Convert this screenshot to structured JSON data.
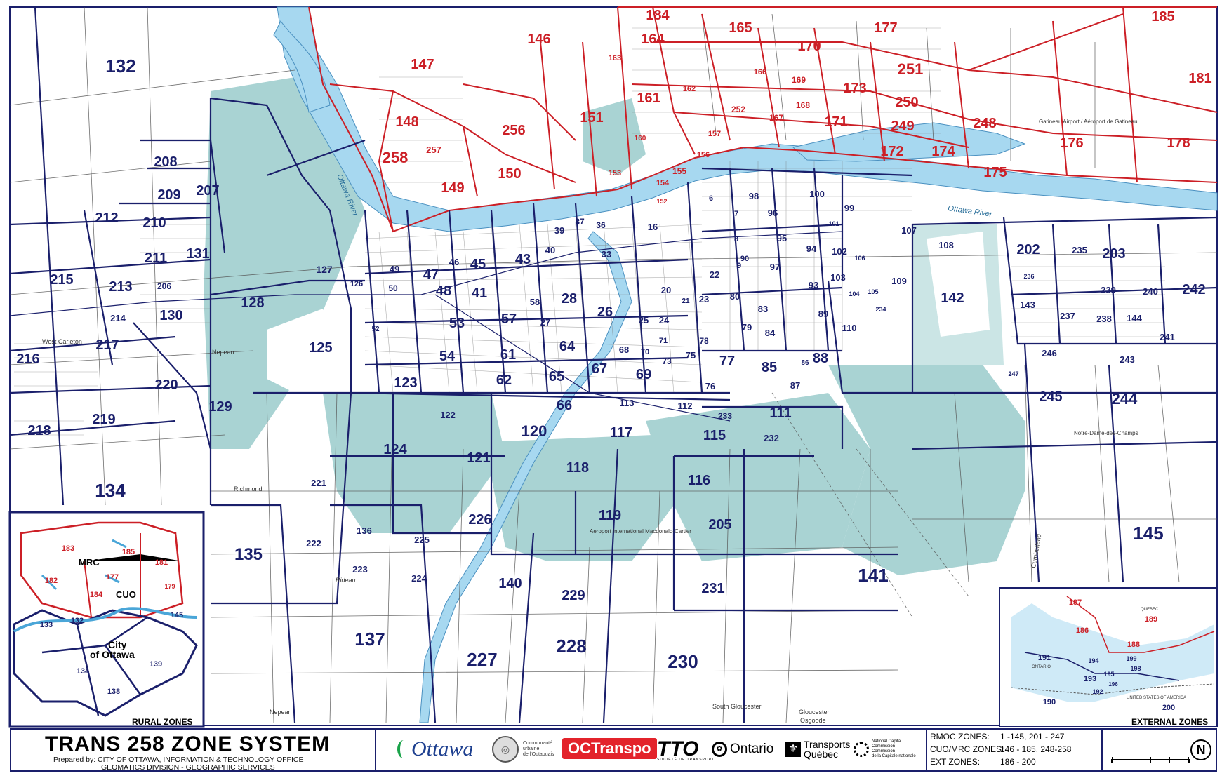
{
  "map": {
    "river_label_1": "Ottawa River",
    "river_label_2": "Ottawa River",
    "place_labels": [
      "Nepean",
      "West Carleton",
      "Gatineau Airport / Aéroport de Gatineau",
      "Aeroport International Macdonald-Cartier",
      "Notre-Dame-des-Champs",
      "South Gloucester",
      "Gloucester",
      "Osgoode",
      "Rideau",
      "Cumberland",
      "Nepean",
      "Richmond"
    ],
    "external_zones_red": [
      "184",
      "185",
      "181",
      "177",
      "165",
      "170",
      "164",
      "163",
      "146",
      "147",
      "148",
      "258",
      "257",
      "256",
      "151",
      "150",
      "149",
      "161",
      "162",
      "166",
      "169",
      "173",
      "251",
      "250",
      "252",
      "167",
      "168",
      "171",
      "249",
      "248",
      "176",
      "178",
      "172",
      "174",
      "175",
      "160",
      "157",
      "156",
      "155",
      "154",
      "153",
      "152"
    ],
    "zones_blue": [
      {
        "id": "132"
      },
      {
        "id": "208"
      },
      {
        "id": "209"
      },
      {
        "id": "207"
      },
      {
        "id": "212"
      },
      {
        "id": "210"
      },
      {
        "id": "211"
      },
      {
        "id": "131"
      },
      {
        "id": "215"
      },
      {
        "id": "213"
      },
      {
        "id": "206"
      },
      {
        "id": "214"
      },
      {
        "id": "130"
      },
      {
        "id": "128"
      },
      {
        "id": "127"
      },
      {
        "id": "126"
      },
      {
        "id": "217"
      },
      {
        "id": "216"
      },
      {
        "id": "220"
      },
      {
        "id": "218"
      },
      {
        "id": "219"
      },
      {
        "id": "129"
      },
      {
        "id": "134"
      },
      {
        "id": "125"
      },
      {
        "id": "123"
      },
      {
        "id": "124"
      },
      {
        "id": "122"
      },
      {
        "id": "121"
      },
      {
        "id": "120"
      },
      {
        "id": "221"
      },
      {
        "id": "222"
      },
      {
        "id": "136"
      },
      {
        "id": "225"
      },
      {
        "id": "226"
      },
      {
        "id": "135"
      },
      {
        "id": "223"
      },
      {
        "id": "224"
      },
      {
        "id": "140"
      },
      {
        "id": "137"
      },
      {
        "id": "227"
      },
      {
        "id": "228"
      },
      {
        "id": "229"
      },
      {
        "id": "230"
      },
      {
        "id": "231"
      },
      {
        "id": "141"
      },
      {
        "id": "205"
      },
      {
        "id": "116"
      },
      {
        "id": "118"
      },
      {
        "id": "119"
      },
      {
        "id": "117"
      },
      {
        "id": "115"
      },
      {
        "id": "233"
      },
      {
        "id": "232"
      },
      {
        "id": "111"
      },
      {
        "id": "112"
      },
      {
        "id": "113"
      },
      {
        "id": "66"
      },
      {
        "id": "65"
      },
      {
        "id": "67"
      },
      {
        "id": "69"
      },
      {
        "id": "62"
      },
      {
        "id": "61"
      },
      {
        "id": "64"
      },
      {
        "id": "54"
      },
      {
        "id": "53"
      },
      {
        "id": "57"
      },
      {
        "id": "27"
      },
      {
        "id": "26"
      },
      {
        "id": "28"
      },
      {
        "id": "58"
      },
      {
        "id": "48"
      },
      {
        "id": "47"
      },
      {
        "id": "41"
      },
      {
        "id": "45"
      },
      {
        "id": "46"
      },
      {
        "id": "43"
      },
      {
        "id": "40"
      },
      {
        "id": "39"
      },
      {
        "id": "37"
      },
      {
        "id": "36"
      },
      {
        "id": "33"
      },
      {
        "id": "49"
      },
      {
        "id": "50"
      },
      {
        "id": "52"
      },
      {
        "id": "16"
      },
      {
        "id": "20"
      },
      {
        "id": "21"
      },
      {
        "id": "22"
      },
      {
        "id": "23"
      },
      {
        "id": "24"
      },
      {
        "id": "25"
      },
      {
        "id": "68"
      },
      {
        "id": "70"
      },
      {
        "id": "71"
      },
      {
        "id": "73"
      },
      {
        "id": "75"
      },
      {
        "id": "76"
      },
      {
        "id": "77"
      },
      {
        "id": "78"
      },
      {
        "id": "79"
      },
      {
        "id": "80"
      },
      {
        "id": "83"
      },
      {
        "id": "84"
      },
      {
        "id": "85"
      },
      {
        "id": "86"
      },
      {
        "id": "87"
      },
      {
        "id": "88"
      },
      {
        "id": "89"
      },
      {
        "id": "90"
      },
      {
        "id": "93"
      },
      {
        "id": "94"
      },
      {
        "id": "95"
      },
      {
        "id": "96"
      },
      {
        "id": "97"
      },
      {
        "id": "98"
      },
      {
        "id": "99"
      },
      {
        "id": "100"
      },
      {
        "id": "101"
      },
      {
        "id": "102"
      },
      {
        "id": "103"
      },
      {
        "id": "104"
      },
      {
        "id": "105"
      },
      {
        "id": "106"
      },
      {
        "id": "107"
      },
      {
        "id": "108"
      },
      {
        "id": "109"
      },
      {
        "id": "110"
      },
      {
        "id": "142"
      },
      {
        "id": "202"
      },
      {
        "id": "235"
      },
      {
        "id": "203"
      },
      {
        "id": "242"
      },
      {
        "id": "236"
      },
      {
        "id": "143"
      },
      {
        "id": "237"
      },
      {
        "id": "238"
      },
      {
        "id": "239"
      },
      {
        "id": "240"
      },
      {
        "id": "144"
      },
      {
        "id": "241"
      },
      {
        "id": "246"
      },
      {
        "id": "243"
      },
      {
        "id": "247"
      },
      {
        "id": "245"
      },
      {
        "id": "244"
      },
      {
        "id": "145"
      },
      {
        "id": "6"
      },
      {
        "id": "7"
      },
      {
        "id": "8"
      },
      {
        "id": "9"
      },
      {
        "id": "234"
      }
    ]
  },
  "inset_rural": {
    "caption": "RURAL ZONES",
    "mrc_label": "MRC",
    "cuo_label": "CUO",
    "city_label_1": "City",
    "city_label_2": "of Ottawa",
    "red_zones": [
      "183",
      "185",
      "181",
      "182",
      "177",
      "184",
      "179"
    ],
    "blue_zones": [
      "133",
      "132",
      "145",
      "134",
      "139",
      "138"
    ]
  },
  "inset_external": {
    "caption": "EXTERNAL ZONES",
    "red_zones": [
      "187",
      "186",
      "189",
      "188"
    ],
    "blue_zones": [
      "191",
      "194",
      "195",
      "193",
      "192",
      "199",
      "198",
      "190",
      "196",
      "200"
    ],
    "labels": [
      "QUEBEC",
      "ONTARIO",
      "UNITED STATES OF AMERICA"
    ]
  },
  "titlebar": {
    "title": "TRANS 258 ZONE SYSTEM",
    "prepared_line": "Prepared by: CITY OF OTTAWA, INFORMATION & TECHNOLOGY OFFICE",
    "division_line": "GEOMATICS DIVISION - GEOGRAPHIC SERVICES",
    "logos": {
      "ottawa": "Ottawa",
      "cuo_text_1": "Communauté",
      "cuo_text_2": "urbaine",
      "cuo_text_3": "de l'Outaouais",
      "octranspo": "OCTranspo",
      "tto": "TTO",
      "tto_caption": "SOCIÉTÉ DE TRANSPORT",
      "ontario": "Ontario",
      "transports": "Transports",
      "quebec": "Québec",
      "ncc_1": "National Capital",
      "ncc_2": "Commission",
      "ncc_3": "Commission",
      "ncc_4": "de la Capitale nationale"
    },
    "legend": [
      {
        "key": "RMOC ZONES:",
        "value": "1 -145, 201 - 247"
      },
      {
        "key": "CUO/MRC ZONES:",
        "value": "146 - 185, 248-258"
      },
      {
        "key": "EXT ZONES:",
        "value": "186 - 200"
      }
    ],
    "north": "N"
  },
  "colors": {
    "blue_line": "#1a1f6b",
    "red_line": "#cc1f26",
    "water": "#a7d8f0",
    "greenbelt": "#a9d3d3",
    "grid_gray": "#555555"
  }
}
